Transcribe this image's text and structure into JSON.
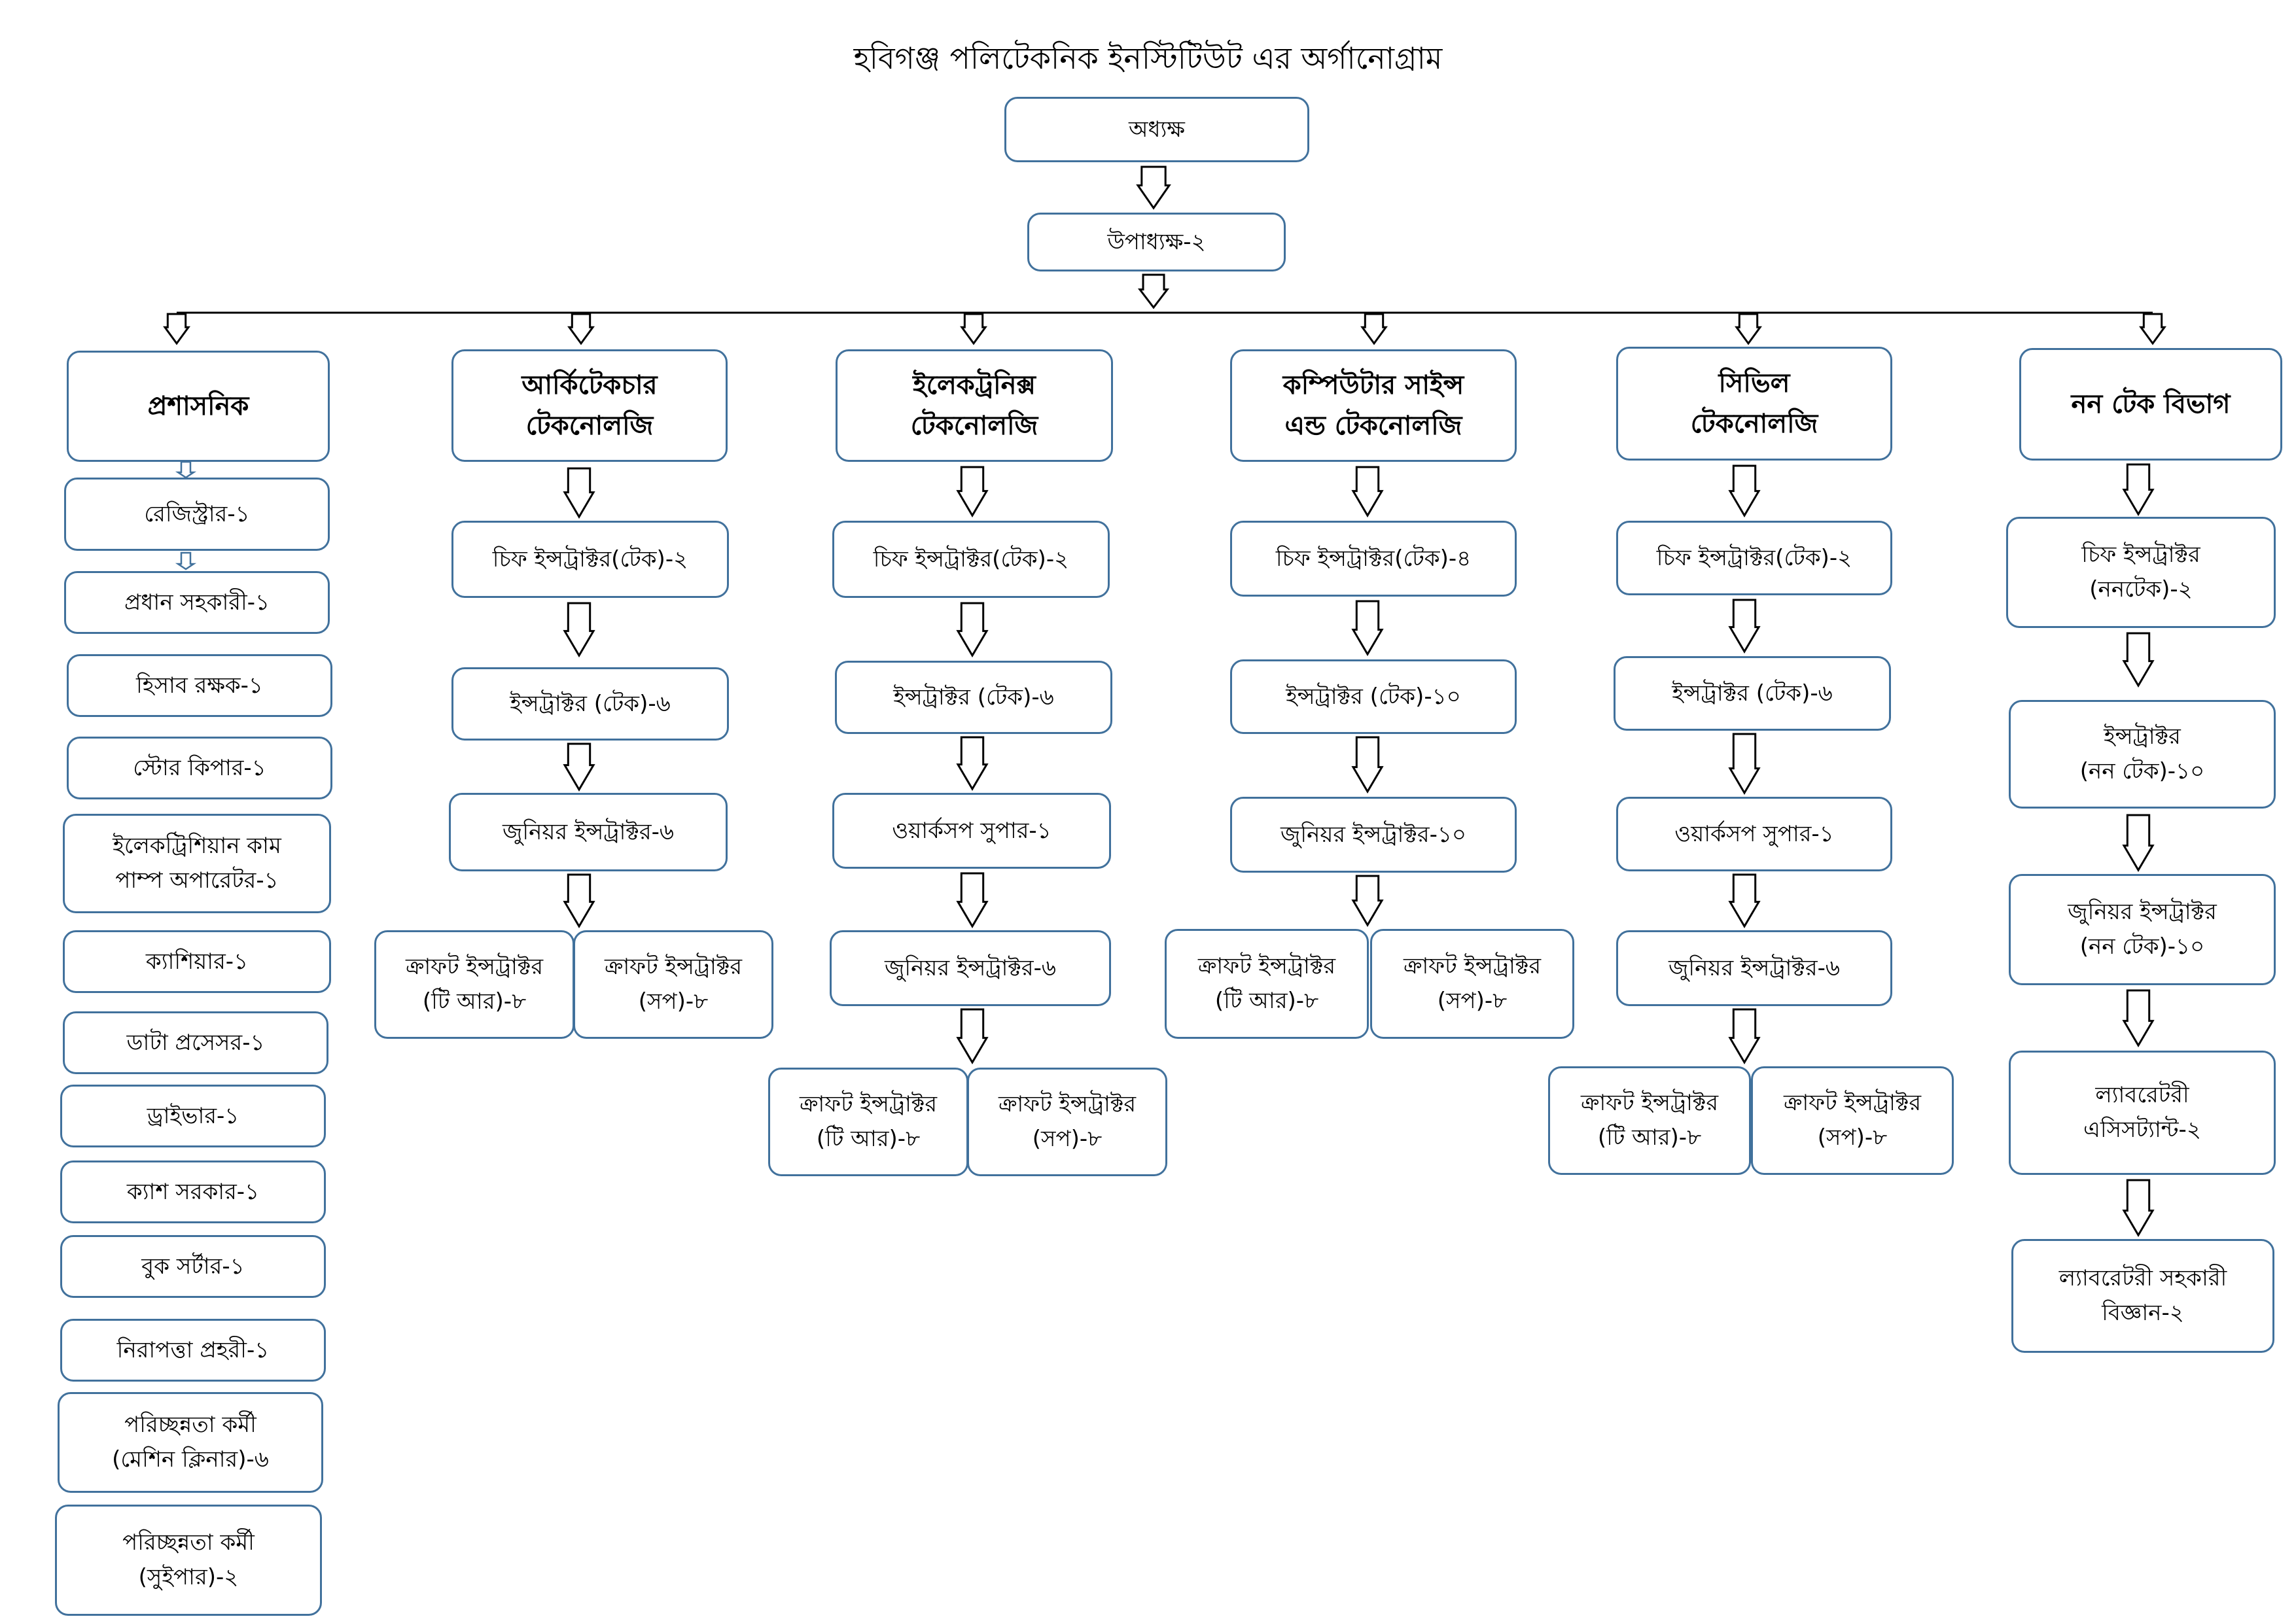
{
  "title": "হবিগঞ্জ পলিটেকনিক ইনস্টিটিউট এর অর্গানোগ্রাম",
  "principal": "অধ্যক্ষ",
  "vice_principal": "উপাধ্যক্ষ-২",
  "departments": {
    "admin": {
      "head": [
        "প্রশাসনিক"
      ],
      "staff": [
        [
          "রেজিস্ট্রার-১"
        ],
        [
          "প্রধান সহকারী-১"
        ],
        [
          "হিসাব রক্ষক-১"
        ],
        [
          "স্টোর কিপার-১"
        ],
        [
          "ইলেকট্রিশিয়ান কাম",
          "পাম্প অপারেটর-১"
        ],
        [
          "ক্যাশিয়ার-১"
        ],
        [
          "ডাটা প্রসেসর-১"
        ],
        [
          "ড্রাইভার-১"
        ],
        [
          "ক্যাশ সরকার-১"
        ],
        [
          "বুক সর্টার-১"
        ],
        [
          "নিরাপত্তা প্রহরী-১"
        ],
        [
          "পরিচ্ছন্নতা কর্মী",
          "(মেশিন ক্লিনার)-৬"
        ],
        [
          "পরিচ্ছন্নতা কর্মী",
          "(সুইপার)-২"
        ]
      ]
    },
    "architecture": {
      "head": [
        "আর্কিটেকচার",
        "টেকনোলজি"
      ],
      "staff": [
        [
          "চিফ ইন্সট্রাক্টর(টেক)-২"
        ],
        [
          "ইন্সট্রাক্টর (টেক)-৬"
        ],
        [
          "জুনিয়র ইন্সট্রাক্টর-৬"
        ]
      ],
      "craft": [
        [
          "ক্রাফট ইন্সট্রাক্টর",
          "(টি আর)-৮"
        ],
        [
          "ক্রাফট ইন্সট্রাক্টর",
          "(সপ)-৮"
        ]
      ]
    },
    "electronics": {
      "head": [
        "ইলেকট্রনিক্স",
        "টেকনোলজি"
      ],
      "staff": [
        [
          "চিফ ইন্সট্রাক্টর(টেক)-২"
        ],
        [
          "ইন্সট্রাক্টর (টেক)-৬"
        ],
        [
          "ওয়ার্কসপ সুপার-১"
        ],
        [
          "জুনিয়র ইন্সট্রাক্টর-৬"
        ]
      ],
      "craft": [
        [
          "ক্রাফট ইন্সট্রাক্টর",
          "(টি আর)-৮"
        ],
        [
          "ক্রাফট ইন্সট্রাক্টর",
          "(সপ)-৮"
        ]
      ]
    },
    "computer": {
      "head": [
        "কম্পিউটার সাইন্স",
        "এন্ড টেকনোলজি"
      ],
      "staff": [
        [
          "চিফ ইন্সট্রাক্টর(টেক)-৪"
        ],
        [
          "ইন্সট্রাক্টর (টেক)-১০"
        ],
        [
          "জুনিয়র ইন্সট্রাক্টর-১০"
        ]
      ],
      "craft": [
        [
          "ক্রাফট ইন্সট্রাক্টর",
          "(টি আর)-৮"
        ],
        [
          "ক্রাফট ইন্সট্রাক্টর",
          "(সপ)-৮"
        ]
      ]
    },
    "civil": {
      "head": [
        "সিভিল",
        "টেকনোলজি"
      ],
      "staff": [
        [
          "চিফ ইন্সট্রাক্টর(টেক)-২"
        ],
        [
          "ইন্সট্রাক্টর (টেক)-৬"
        ],
        [
          "ওয়ার্কসপ সুপার-১"
        ],
        [
          "জুনিয়র ইন্সট্রাক্টর-৬"
        ]
      ],
      "craft": [
        [
          "ক্রাফট ইন্সট্রাক্টর",
          "(টি আর)-৮"
        ],
        [
          "ক্রাফট ইন্সট্রাক্টর",
          "(সপ)-৮"
        ]
      ]
    },
    "nontech": {
      "head": [
        "নন টেক বিভাগ"
      ],
      "staff": [
        [
          "চিফ ইন্সট্রাক্টর",
          "(ননটেক)-২"
        ],
        [
          "ইন্সট্রাক্টর",
          "(নন টেক)-১০"
        ],
        [
          "জুনিয়র ইন্সট্রাক্টর",
          "(নন টেক)-১০"
        ],
        [
          "ল্যাবরেটরী",
          "এসিসট্যান্ট-২"
        ],
        [
          "ল্যাবরেটরী সহকারী",
          "বিজ্ঞান-২"
        ]
      ]
    }
  }
}
